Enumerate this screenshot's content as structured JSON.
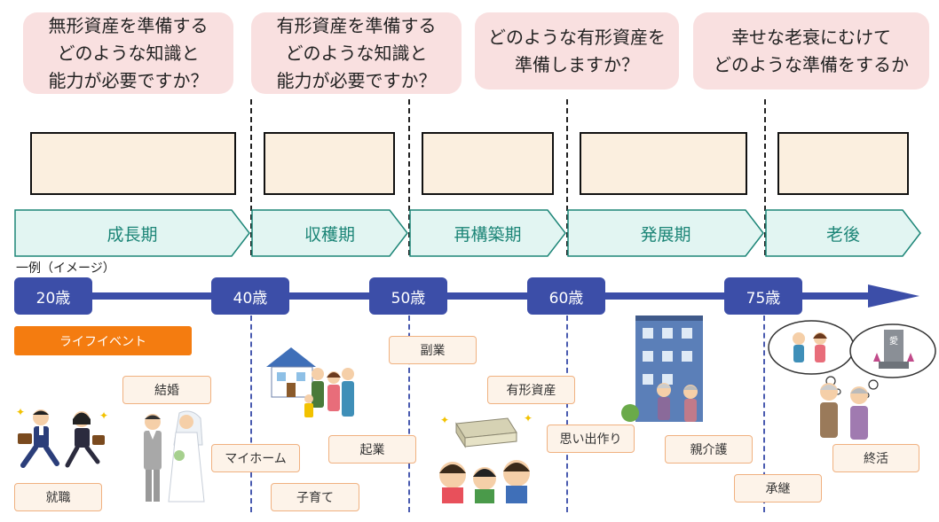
{
  "questions": [
    {
      "text": "無形資産を準備する\nどのような知識と\n能力が必要ですか？"
    },
    {
      "text": "有形資産を準備する\nどのような知識と\n能力が必要ですか？"
    },
    {
      "text": "どのような有形資産を\n準備しますか？"
    },
    {
      "text": "幸せな老衰にむけて\nどのような準備をするか"
    }
  ],
  "phases": [
    {
      "label": "成長期"
    },
    {
      "label": "収穫期"
    },
    {
      "label": "再構築期"
    },
    {
      "label": "発展期"
    },
    {
      "label": "老後"
    }
  ],
  "timeline": {
    "caption": "一例（イメージ）",
    "ages": [
      "20歳",
      "40歳",
      "50歳",
      "60歳",
      "75歳"
    ]
  },
  "life_event_badge": "ライフイベント",
  "events": {
    "shushoku": "就職",
    "kekkon": "結婚",
    "myhome": "マイホーム",
    "kosodate": "子育て",
    "kigyo": "起業",
    "fukugyo": "副業",
    "yukei": "有形資産",
    "omoide": "思い出作り",
    "kaigo": "親介護",
    "shokei": "承継",
    "shukatsu": "終活"
  },
  "tombstone_text": "愛",
  "colors": {
    "question_bg": "#f9e0e0",
    "answer_box_bg": "#fbefdf",
    "phase_fill": "#e2f5f2",
    "phase_stroke": "#1c8577",
    "timeline_blue": "#3c4ea8",
    "badge_orange": "#f47c10",
    "event_bg": "#fdf3e9",
    "event_border": "#f0b180"
  }
}
